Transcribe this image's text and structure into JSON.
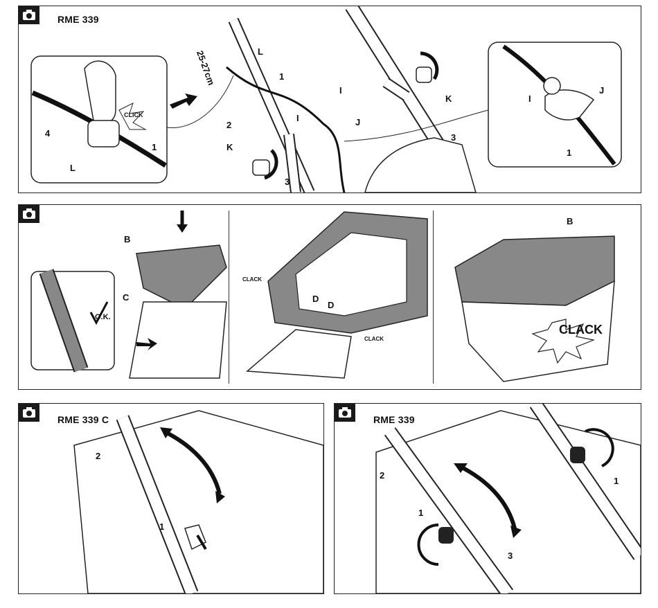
{
  "panel1": {
    "model": "RME 339",
    "measure": "25-27cm",
    "click": "CLICK",
    "labels": {
      "L_top": "L",
      "n1_top": "1",
      "n2": "2",
      "I_a": "I",
      "I_b": "I",
      "J_mid": "J",
      "K_top": "K",
      "K_bottom": "K",
      "n3_left": "3",
      "n3_right": "3",
      "inset_left": {
        "n4": "4",
        "n1": "1",
        "L": "L"
      },
      "inset_right": {
        "I": "I",
        "J": "J",
        "n1": "1"
      }
    }
  },
  "panel2": {
    "ok": "O.K.",
    "clack_small_a": "CLACK",
    "clack_small_b": "CLACK",
    "clack_big": "CLACK",
    "labels": {
      "B_left": "B",
      "C": "C",
      "D_a": "D",
      "D_b": "D",
      "B_right": "B"
    }
  },
  "panel3": {
    "model": "RME 339 C",
    "labels": {
      "n2": "2",
      "n1": "1"
    }
  },
  "panel4": {
    "model": "RME 339",
    "labels": {
      "n2": "2",
      "n1_left": "1",
      "n1_right": "1",
      "n3": "3"
    }
  },
  "icons": {
    "camera": "camera-icon"
  }
}
